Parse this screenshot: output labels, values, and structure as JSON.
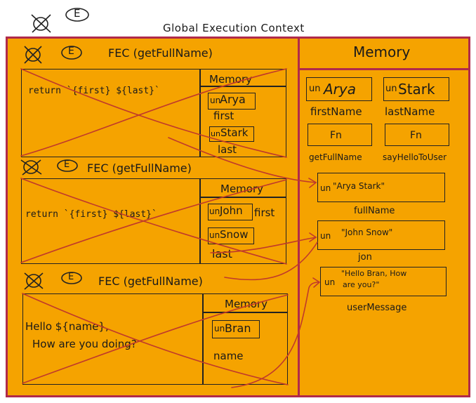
{
  "top": {
    "e_label": "E",
    "title": "Global Execution Context"
  },
  "gec": {
    "memory_heading": "Memory"
  },
  "colors": {
    "panel": "#f5a300",
    "border": "#b02a4a",
    "ink": "#1a1a1a",
    "cross": "#c0392b"
  },
  "fec1": {
    "e_label": "E",
    "title": "FEC (getFullName)",
    "code": "return `{first} ${last}`",
    "memory_heading": "Memory",
    "vars": [
      {
        "prefix": "un",
        "value": "Arya",
        "name": "first"
      },
      {
        "prefix": "un",
        "value": "Stark",
        "name": "last"
      }
    ]
  },
  "fec2": {
    "e_label": "E",
    "title": "FEC (getFullName)",
    "code": "return `{first} ${last}`",
    "memory_heading": "Memory",
    "vars": [
      {
        "prefix": "un",
        "value": "John",
        "name": "first"
      },
      {
        "prefix": "un",
        "value": "Snow",
        "name": "last"
      }
    ]
  },
  "fec3": {
    "e_label": "E",
    "title": "FEC (getFullName)",
    "code_line1": "Hello ${name},",
    "code_line2": "How are you doing?",
    "memory_heading": "Memory",
    "vars": [
      {
        "prefix": "un",
        "value": "Bran",
        "name": "name"
      }
    ]
  },
  "memory": {
    "vars": [
      {
        "prefix": "un",
        "value": "Arya",
        "name": "firstName"
      },
      {
        "prefix": "un",
        "value": "Stark",
        "name": "lastName"
      },
      {
        "prefix": "",
        "value": "Fn",
        "name": "getFullName"
      },
      {
        "prefix": "",
        "value": "Fn",
        "name": "sayHelloToUser"
      }
    ],
    "results": [
      {
        "prefix": "un",
        "value": "\"Arya Stark\"",
        "name": "fullName"
      },
      {
        "prefix": "un",
        "value": "\"John Snow\"",
        "name": "jon"
      },
      {
        "prefix": "un",
        "value_line1": "\"Hello Bran, How",
        "value_line2": "are you?\"",
        "name": "userMessage"
      }
    ]
  }
}
